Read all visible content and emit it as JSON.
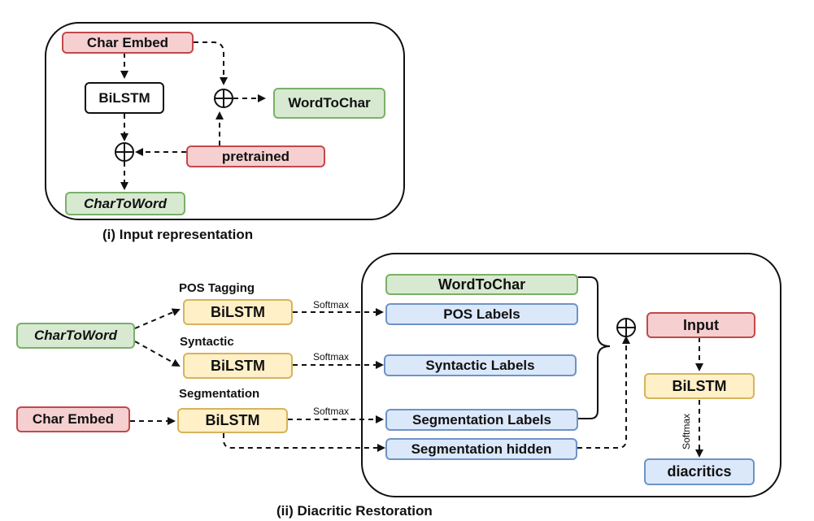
{
  "panel_i": {
    "caption": "(i) Input representation",
    "nodes": {
      "char_embed": "Char Embed",
      "bilstm": "BiLSTM",
      "word_to_char": "WordToChar",
      "pretrained": "pretrained",
      "char_to_word": "CharToWord"
    }
  },
  "panel_ii": {
    "caption": "(ii) Diacritic Restoration",
    "sections": {
      "pos": "POS Tagging",
      "syntactic": "Syntactic",
      "segmentation": "Segmentation"
    },
    "nodes": {
      "char_to_word": "CharToWord",
      "char_embed": "Char Embed",
      "bilstm_pos": "BiLSTM",
      "bilstm_syn": "BiLSTM",
      "bilstm_seg": "BiLSTM",
      "word_to_char": "WordToChar",
      "pos_labels": "POS Labels",
      "syntactic_labels": "Syntactic Labels",
      "segmentation_labels": "Segmentation Labels",
      "segmentation_hidden": "Segmentation hidden",
      "input": "Input",
      "bilstm_diac": "BiLSTM",
      "diacritics": "diacritics"
    },
    "edge_labels": {
      "softmax_pos": "Softmax",
      "softmax_syn": "Softmax",
      "softmax_seg": "Softmax",
      "softmax_diac": "Softmax"
    }
  },
  "colors": {
    "embedding": "#f6cfd0",
    "word_level": "#d8e9d2",
    "bilstm": "#fff0c8",
    "labels": "#dbe8fa"
  },
  "icons": {
    "concat": "circled-plus-icon"
  }
}
